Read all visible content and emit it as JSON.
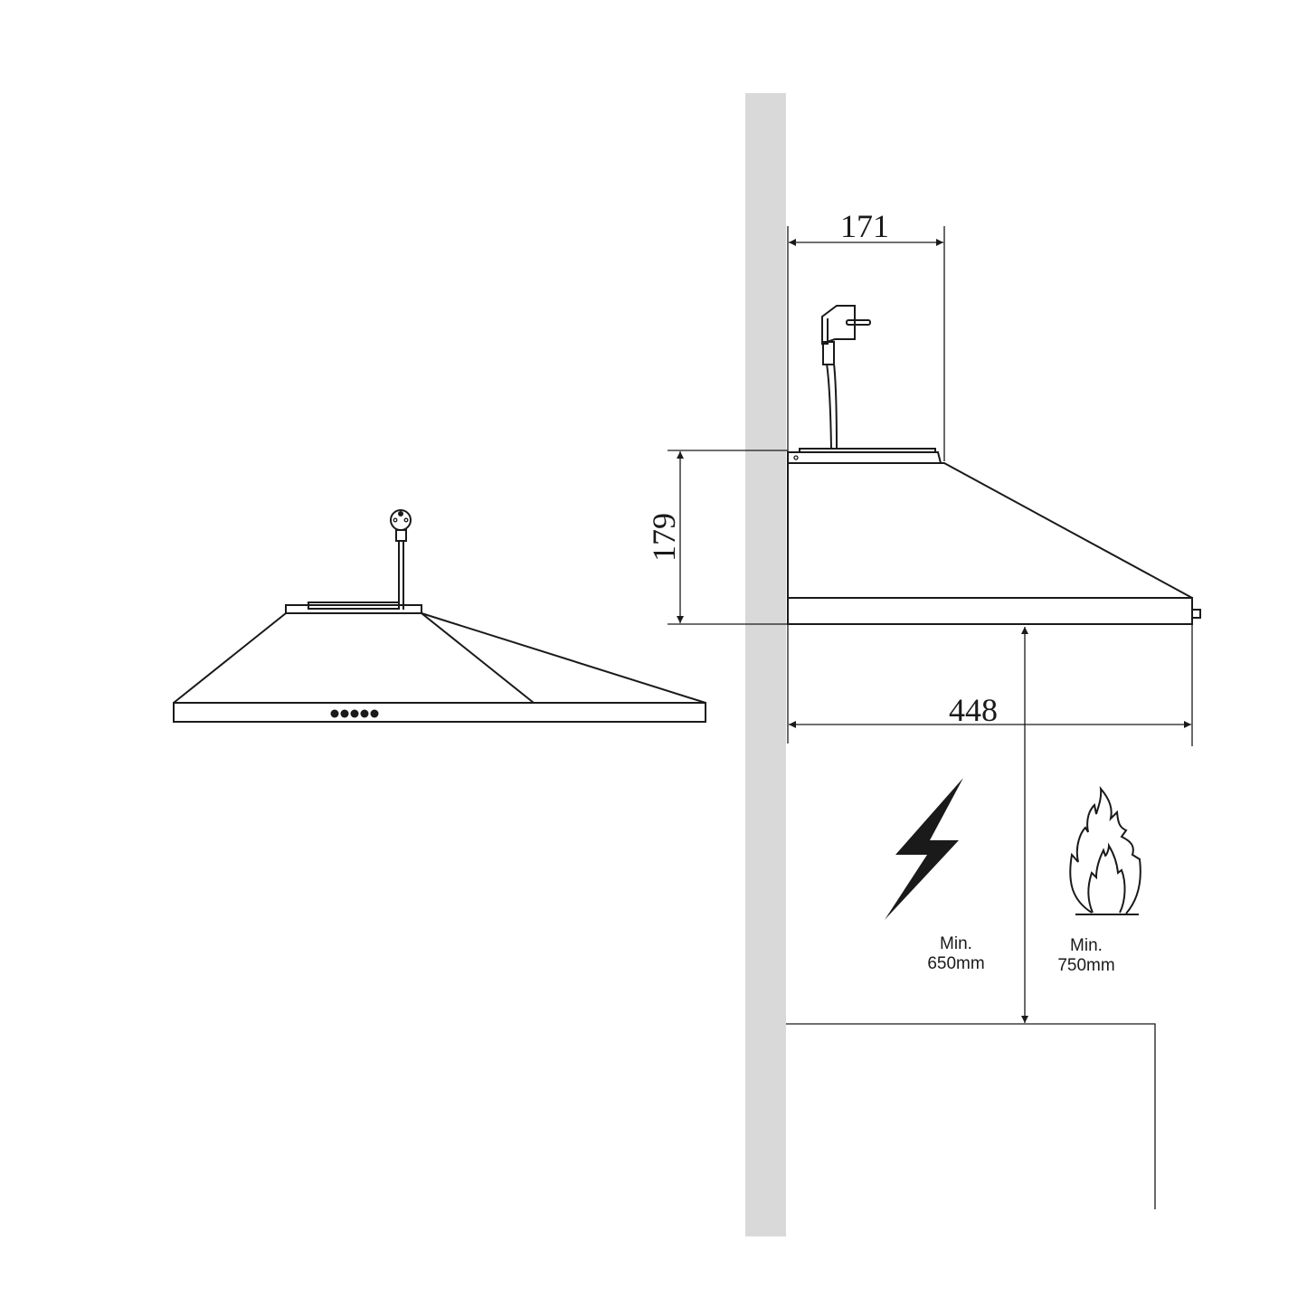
{
  "dimensions": {
    "depth_top": "171",
    "height": "179",
    "depth_total": "448"
  },
  "clearances": {
    "electric": {
      "label": "Min.",
      "value": "650mm",
      "icon": "lightning-icon"
    },
    "gas": {
      "label": "Min.",
      "value": "750mm",
      "icon": "flame-icon"
    }
  },
  "colors": {
    "wall": "#d9d9d9",
    "line": "#1a1a1a"
  }
}
